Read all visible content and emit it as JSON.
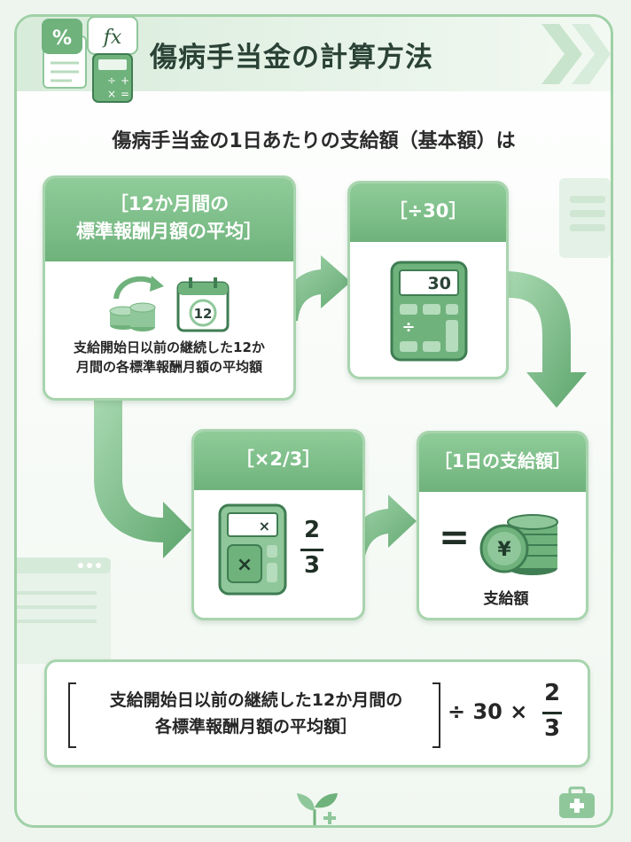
{
  "header": {
    "title": "傷病手当金の計算方法",
    "icon_fx": "fx",
    "icon_percent": "%"
  },
  "subtitle": "傷病手当金の1日あたりの支給額（基本額）は",
  "card1": {
    "head_line1": "［12か月間の",
    "head_line2": "標準報酬月額の平均］",
    "calendar_number": "12",
    "body_line1": "支給開始日以前の継続した12か",
    "body_line2": "月間の各標準報酬月額の平均額"
  },
  "card2": {
    "head": "［÷30］",
    "display": "30",
    "icon_divide": "÷"
  },
  "card3": {
    "head": "［×2/3］",
    "icon_times_small": "×",
    "icon_times_big": "×",
    "frac_num": "2",
    "frac_den": "3"
  },
  "card4": {
    "head": "［1日の支給額］",
    "equals": "=",
    "coin_symbol": "¥",
    "label": "支給額"
  },
  "formula": {
    "line1": "支給開始日以前の継続した12か月間の",
    "line2": "各標準報酬月額の平均額］",
    "op": "÷ 30 ×",
    "frac_num": "2",
    "frac_den": "3"
  },
  "colors": {
    "accent": "#6fb27c",
    "accent_dark": "#3f7d52",
    "border": "#a8d4ae",
    "text": "#2b4236"
  }
}
